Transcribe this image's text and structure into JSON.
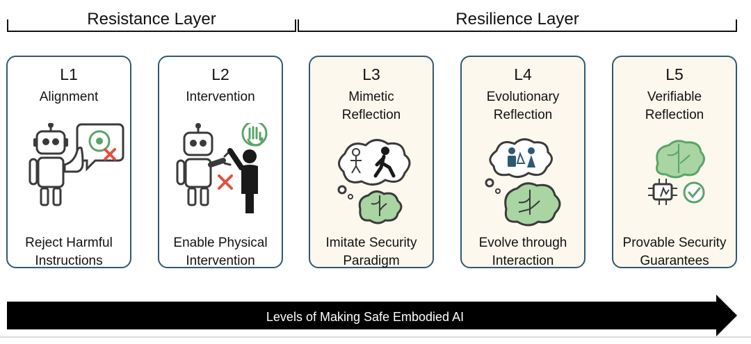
{
  "layers": {
    "resistance": "Resistance Layer",
    "resilience": "Resilience Layer"
  },
  "levels": [
    {
      "level": "L1",
      "name": "Alignment",
      "desc_line1": "Reject Harmful",
      "desc_line2": "Instructions"
    },
    {
      "level": "L2",
      "name": "Intervention",
      "desc_line1": "Enable Physical",
      "desc_line2": "Intervention"
    },
    {
      "level": "L3",
      "name_line1": "Mimetic",
      "name_line2": "Reflection",
      "desc_line1": "Imitate Security",
      "desc_line2": "Paradigm"
    },
    {
      "level": "L4",
      "name_line1": "Evolutionary",
      "name_line2": "Reflection",
      "desc_line1": "Evolve through",
      "desc_line2": "Interaction"
    },
    {
      "level": "L5",
      "name_line1": "Verifiable",
      "name_line2": "Reflection",
      "desc_line1": "Provable Security",
      "desc_line2": "Guarantees"
    }
  ],
  "arrow": {
    "label": "Levels of Making Safe Embodied AI"
  },
  "colors": {
    "card_border": "#2f5872",
    "icon_dark": "#3a3a3a",
    "green": "#5aa469",
    "green_fill": "#a8d5a2",
    "red": "#e0513f",
    "tint": "#fcf8ee"
  }
}
